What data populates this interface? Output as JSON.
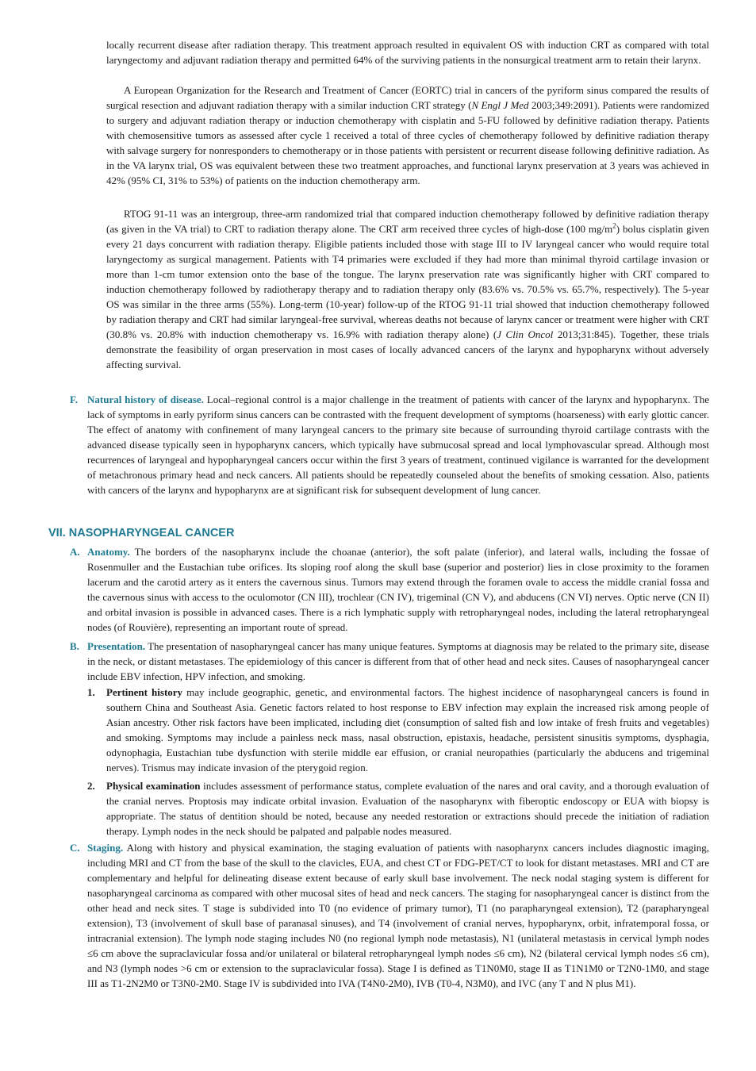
{
  "p1": "locally recurrent disease after radiation therapy. This treatment approach resulted in equivalent OS with induction CRT as compared with total laryngectomy and adjuvant radiation therapy and permitted 64% of the surviving patients in the nonsurgical treatment arm to retain their larynx.",
  "p2": {
    "a": "A European Organization for the Research and Treatment of Cancer (EORTC) trial in cancers of the pyriform sinus compared the results of surgical resection and adjuvant radiation therapy with a similar induction CRT strategy (",
    "cite": "N Engl J Med",
    "b": " 2003;349:2091). Patients were randomized to surgery and adjuvant radiation therapy or induction chemotherapy with cisplatin and 5-FU followed by definitive radiation therapy. Patients with chemosensitive tumors as assessed after cycle 1 received a total of three cycles of chemotherapy followed by definitive radiation therapy with salvage surgery for nonresponders to chemotherapy or in those patients with persistent or recurrent disease following definitive radiation. As in the VA larynx trial, OS was equivalent between these two treatment approaches, and functional larynx preservation at 3 years was achieved in 42% (95% CI, 31% to 53%) of patients on the induction chemotherapy arm."
  },
  "p3": {
    "a": "RTOG 91-11 was an intergroup, three-arm randomized trial that compared induction chemotherapy followed by definitive radiation therapy (as given in the VA trial) to CRT to radiation therapy alone. The CRT arm received three cycles of high-dose (100 mg/m",
    "sup": "2",
    "b": ") bolus cisplatin given every 21 days concurrent with radiation therapy. Eligible patients included those with stage III to IV laryngeal cancer who would require total laryngectomy as surgical management. Patients with T4 primaries were excluded if they had more than minimal thyroid cartilage invasion or more than 1-cm tumor extension onto the base of the tongue. The larynx preservation rate was significantly higher with CRT compared to induction chemotherapy followed by radiotherapy therapy and to radiation therapy only (83.6% vs. 70.5% vs. 65.7%, respectively). The 5-year OS was similar in the three arms (55%). Long-term (10-year) follow-up of the RTOG 91-11 trial showed that induction chemotherapy followed by radiation therapy and CRT had similar laryngeal-free survival, whereas deaths not because of larynx cancer or treatment were higher with CRT (30.8% vs. 20.8% with induction chemotherapy vs. 16.9% with radiation therapy alone) (",
    "cite": "J Clin Oncol",
    "c": " 2013;31:845). Together, these trials demonstrate the feasibility of organ preservation in most cases of locally advanced cancers of the larynx and hypopharynx without adversely affecting survival."
  },
  "sectionF": {
    "marker": "F.",
    "title": "Natural history of disease.",
    "text": " Local–regional control is a major challenge in the treatment of patients with cancer of the larynx and hypopharynx. The lack of symptoms in early pyriform sinus cancers can be contrasted with the frequent development of symptoms (hoarseness) with early glottic cancer. The effect of anatomy with confinement of many laryngeal cancers to the primary site because of surrounding thyroid cartilage contrasts with the advanced disease typically seen in hypopharynx cancers, which typically have submucosal spread and local lymphovascular spread. Although most recurrences of laryngeal and hypopharyngeal cancers occur within the first 3 years of treatment, continued vigilance is warranted for the development of metachronous primary head and neck cancers. All patients should be repeatedly counseled about the benefits of smoking cessation. Also, patients with cancers of the larynx and hypopharynx are at significant risk for subsequent development of lung cancer."
  },
  "heading": "VII. NASOPHARYNGEAL CANCER",
  "sectionA": {
    "marker": "A.",
    "title": "Anatomy.",
    "text": " The borders of the nasopharynx include the choanae (anterior), the soft palate (inferior), and lateral walls, including the fossae of Rosenmuller and the Eustachian tube orifices. Its sloping roof along the skull base (superior and posterior) lies in close proximity to the foramen lacerum and the carotid artery as it enters the cavernous sinus. Tumors may extend through the foramen ovale to access the middle cranial fossa and the cavernous sinus with access to the oculomotor (CN III), trochlear (CN IV), trigeminal (CN V), and abducens (CN VI) nerves. Optic nerve (CN II) and orbital invasion is possible in advanced cases. There is a rich lymphatic supply with retropharyngeal nodes, including the lateral retropharyngeal nodes (of Rouvière), representing an important route of spread."
  },
  "sectionB": {
    "marker": "B.",
    "title": "Presentation.",
    "text": " The presentation of nasopharyngeal cancer has many unique features. Symptoms at diagnosis may be related to the primary site, disease in the neck, or distant metastases. The epidemiology of this cancer is different from that of other head and neck sites. Causes of nasopharyngeal cancer include EBV infection, HPV infection, and smoking."
  },
  "item1": {
    "marker": "1.",
    "title": "Pertinent history",
    "text": " may include geographic, genetic, and environmental factors. The highest incidence of nasopharyngeal cancers is found in southern China and Southeast Asia. Genetic factors related to host response to EBV infection may explain the increased risk among people of Asian ancestry. Other risk factors have been implicated, including diet (consumption of salted fish and low intake of fresh fruits and vegetables) and smoking. Symptoms may include a painless neck mass, nasal obstruction, epistaxis, headache, persistent sinusitis symptoms, dysphagia, odynophagia, Eustachian tube dysfunction with sterile middle ear effusion, or cranial neuropathies (particularly the abducens and trigeminal nerves). Trismus may indicate invasion of the pterygoid region."
  },
  "item2": {
    "marker": "2.",
    "title": "Physical examination",
    "text": " includes assessment of performance status, complete evaluation of the nares and oral cavity, and a thorough evaluation of the cranial nerves. Proptosis may indicate orbital invasion. Evaluation of the nasopharynx with fiberoptic endoscopy or EUA with biopsy is appropriate. The status of dentition should be noted, because any needed restoration or extractions should precede the initiation of radiation therapy. Lymph nodes in the neck should be palpated and palpable nodes measured."
  },
  "sectionC": {
    "marker": "C.",
    "title": "Staging.",
    "text": " Along with history and physical examination, the staging evaluation of patients with nasopharynx cancers includes diagnostic imaging, including MRI and CT from the base of the skull to the clavicles, EUA, and chest CT or FDG-PET/CT to look for distant metastases. MRI and CT are complementary and helpful for delineating disease extent because of early skull base involvement. The neck nodal staging system is different for nasopharyngeal carcinoma as compared with other mucosal sites of head and neck cancers. The staging for nasopharyngeal cancer is distinct from the other head and neck sites. T stage is subdivided into T0 (no evidence of primary tumor), T1 (no parapharyngeal extension), T2 (parapharyngeal extension), T3 (involvement of skull base of paranasal sinuses), and T4 (involvement of cranial nerves, hypopharynx, orbit, infratemporal fossa, or intracranial extension). The lymph node staging includes N0 (no regional lymph node metastasis), N1 (unilateral metastasis in cervical lymph nodes ≤6 cm above the supraclavicular fossa and/or unilateral or bilateral retropharyngeal lymph nodes ≤6 cm), N2 (bilateral cervical lymph nodes ≤6 cm), and N3 (lymph nodes >6 cm or extension to the supraclavicular fossa). Stage I is defined as T1N0M0, stage II as T1N1M0 or T2N0-1M0, and stage III as T1-2N2M0 or T3N0-2M0. Stage IV is subdivided into IVA (T4N0-2M0), IVB (T0-4, N3M0), and IVC (any T and N plus M1)."
  }
}
